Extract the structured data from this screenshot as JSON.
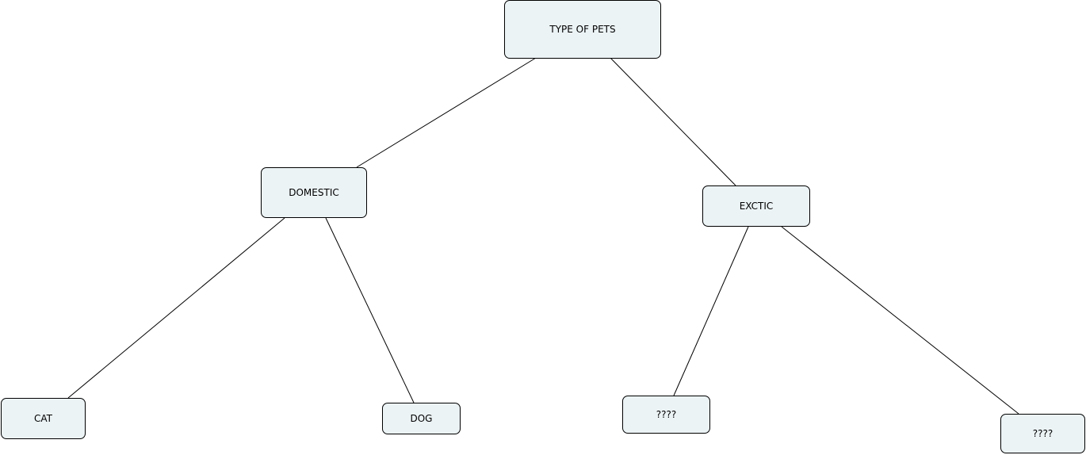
{
  "diagram": {
    "nodes": {
      "root": "TYPE OF PETS",
      "domestic": "DOMESTIC",
      "exotic": "EXCTIC",
      "cat": "CAT",
      "dog": "DOG",
      "unknown_1": "????",
      "unknown_2": "????"
    },
    "edges": [
      [
        "root",
        "domestic"
      ],
      [
        "root",
        "exotic"
      ],
      [
        "domestic",
        "cat"
      ],
      [
        "domestic",
        "dog"
      ],
      [
        "exotic",
        "unknown_1"
      ],
      [
        "exotic",
        "unknown_2"
      ]
    ],
    "colors": {
      "node_fill": "#ecf3f5",
      "stroke": "#000000"
    }
  }
}
